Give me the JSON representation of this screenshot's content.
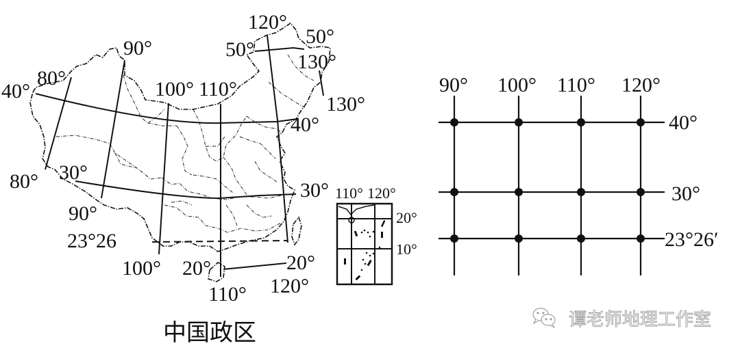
{
  "map": {
    "title": "中国政区",
    "meridian_labels_top": [
      "80°",
      "90°",
      "100°",
      "110°",
      "120°",
      "130°"
    ],
    "meridian_labels_bottom": [
      "80°",
      "90°",
      "100°",
      "110°",
      "120°",
      "130°"
    ],
    "parallel_labels": [
      "50°",
      "40°",
      "30°",
      "20°"
    ],
    "tropic_label": "23°26′",
    "labels": {
      "lon_120_top": "120°",
      "lat_50_left": "50°",
      "lat_50_right": "50°",
      "lon_130_top": "130°",
      "lon_90_top": "90°",
      "lon_80_top": "80°",
      "lat_40_left": "40°",
      "lon_100_top": "100°",
      "lon_110_top": "110°",
      "lon_130_right": "130°",
      "lat_40_right": "40°",
      "lon_80_bottom": "80°",
      "lat_30_left": "30°",
      "lat_30_right": "30°",
      "lon_90_bottom": "90°",
      "tropic": "23°26",
      "lon_100_bottom": "100°",
      "lat_20_left": "20°",
      "lat_20_right": "20°",
      "lon_110_bottom": "110°",
      "lon_120_bottom": "120°"
    },
    "inset": {
      "name": "South China Sea inset",
      "lon_labels": [
        "110°",
        "120°"
      ],
      "lat_labels": [
        "20°",
        "10°"
      ]
    }
  },
  "grid_diagram": {
    "longitudes": [
      "90°",
      "100°",
      "110°",
      "120°"
    ],
    "latitudes": [
      "40°",
      "30°",
      "23°26′"
    ],
    "intersection_dots": 12
  },
  "watermark": {
    "icon": "wechat-icon",
    "text": "谭老师地理工作室"
  }
}
